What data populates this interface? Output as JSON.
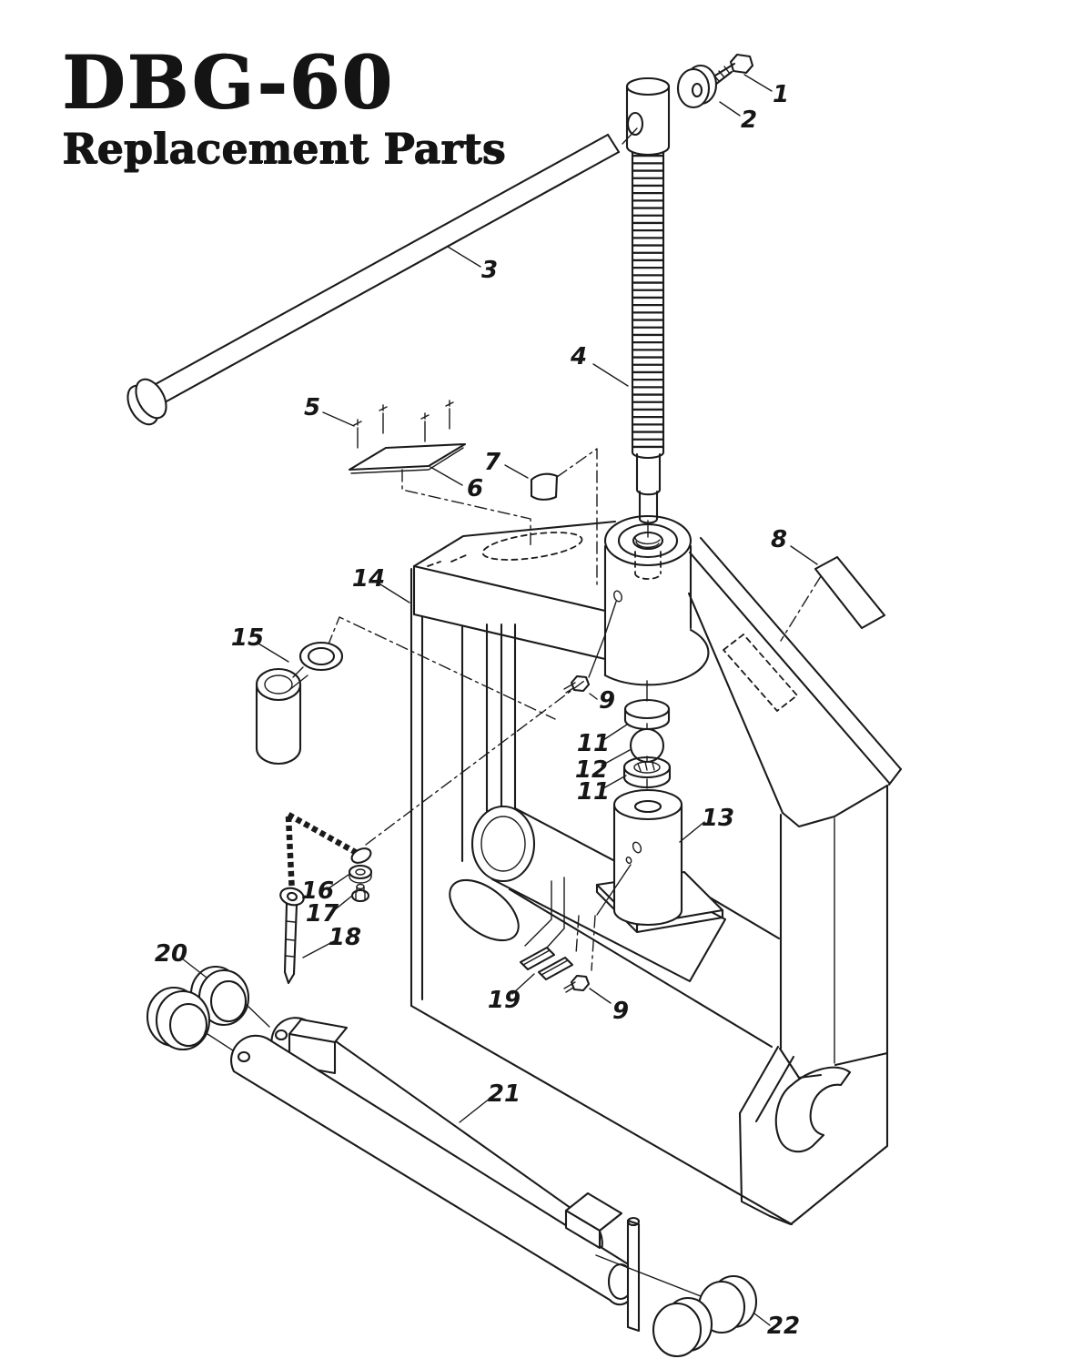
{
  "page": {
    "background": "#ffffff",
    "ink": "#1b1b1b"
  },
  "title": {
    "model": "DBG-60",
    "subtitle": "Replacement Parts"
  },
  "diagram": {
    "description": "Exploded replacement-parts line drawing of DBG-60 press with numbered callouts",
    "callouts": [
      {
        "id": "callout-1",
        "label": "1"
      },
      {
        "id": "callout-2",
        "label": "2"
      },
      {
        "id": "callout-3",
        "label": "3"
      },
      {
        "id": "callout-4",
        "label": "4"
      },
      {
        "id": "callout-5",
        "label": "5"
      },
      {
        "id": "callout-6",
        "label": "6"
      },
      {
        "id": "callout-7",
        "label": "7"
      },
      {
        "id": "callout-8",
        "label": "8"
      },
      {
        "id": "callout-14",
        "label": "14"
      },
      {
        "id": "callout-15",
        "label": "15"
      },
      {
        "id": "callout-9-upper",
        "label": "9"
      },
      {
        "id": "callout-11-upper",
        "label": "11"
      },
      {
        "id": "callout-12",
        "label": "12"
      },
      {
        "id": "callout-11-lower",
        "label": "11"
      },
      {
        "id": "callout-13",
        "label": "13"
      },
      {
        "id": "callout-16",
        "label": "16"
      },
      {
        "id": "callout-17",
        "label": "17"
      },
      {
        "id": "callout-18",
        "label": "18"
      },
      {
        "id": "callout-20",
        "label": "20"
      },
      {
        "id": "callout-19",
        "label": "19"
      },
      {
        "id": "callout-9-lower",
        "label": "9"
      },
      {
        "id": "callout-21",
        "label": "21"
      },
      {
        "id": "callout-22",
        "label": "22"
      }
    ]
  }
}
